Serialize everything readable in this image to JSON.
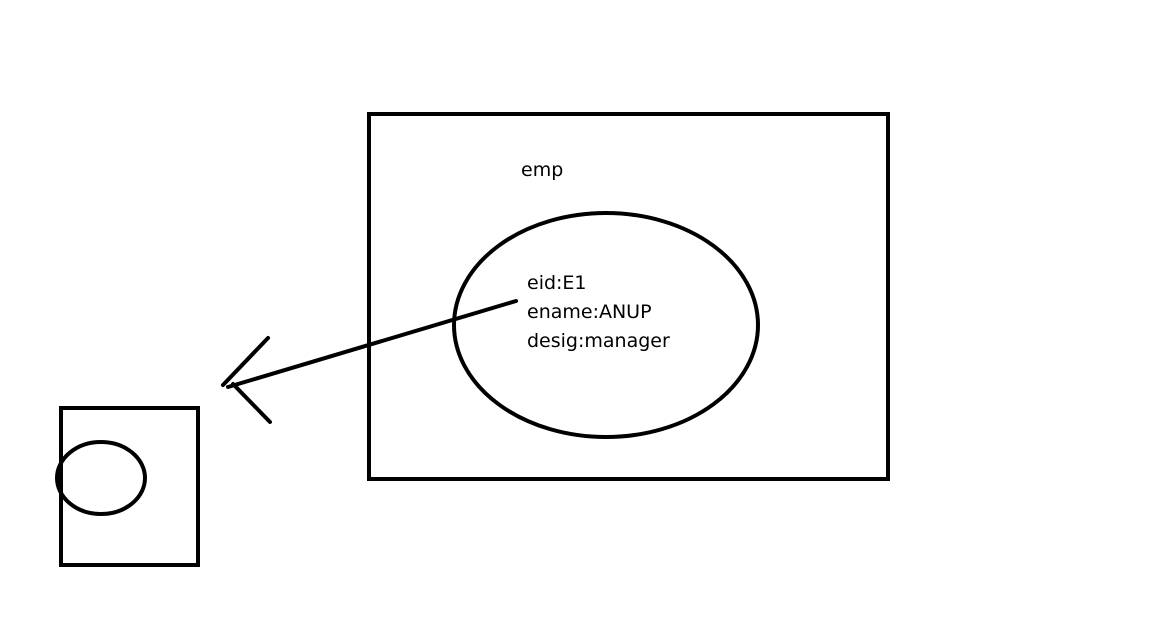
{
  "diagram": {
    "stroke_color": "#000000",
    "background_color": "#ffffff",
    "main_box": {
      "title": "emp",
      "attributes": {
        "eid": "eid:E1",
        "ename": "ename:ANUP",
        "desig": "desig:manager"
      }
    }
  }
}
